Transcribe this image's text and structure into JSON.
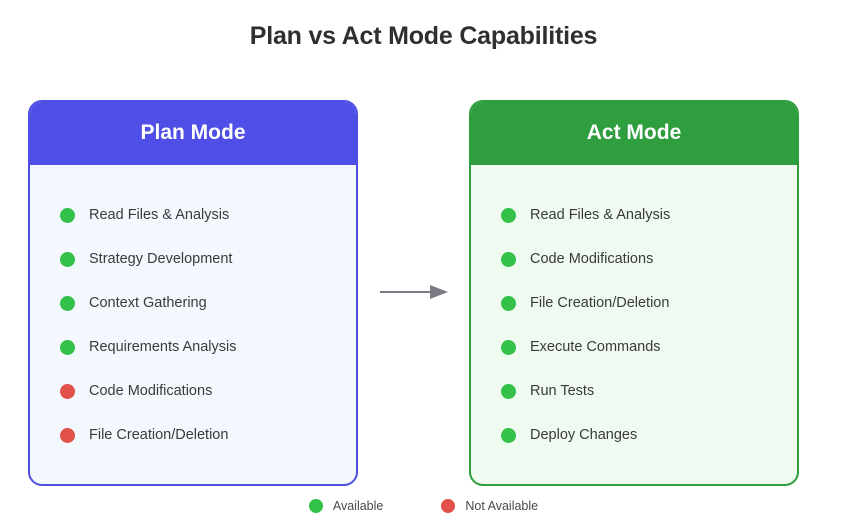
{
  "page_title": "Plan vs Act Mode Capabilities",
  "colors": {
    "plan_header": "#4f4fe8",
    "plan_border": "#4f4fe0",
    "plan_body": "#f3f7fe",
    "act_header": "#2f9e3f",
    "act_border": "#2f9e3f",
    "act_body": "#effaf1",
    "available": "#34c14a",
    "not_available": "#e2524b",
    "arrow": "#7b7b85",
    "title_text": "#2f2f2f"
  },
  "cards": [
    {
      "id": "plan-mode",
      "title": "Plan Mode",
      "items": [
        {
          "label": "Read Files & Analysis",
          "status": "available"
        },
        {
          "label": "Strategy Development",
          "status": "available"
        },
        {
          "label": "Context Gathering",
          "status": "available"
        },
        {
          "label": "Requirements Analysis",
          "status": "available"
        },
        {
          "label": "Code Modifications",
          "status": "unavailable"
        },
        {
          "label": "File Creation/Deletion",
          "status": "unavailable"
        }
      ]
    },
    {
      "id": "act-mode",
      "title": "Act Mode",
      "items": [
        {
          "label": "Read Files & Analysis",
          "status": "available"
        },
        {
          "label": "Code Modifications",
          "status": "available"
        },
        {
          "label": "File Creation/Deletion",
          "status": "available"
        },
        {
          "label": "Execute Commands",
          "status": "available"
        },
        {
          "label": "Run Tests",
          "status": "available"
        },
        {
          "label": "Deploy Changes",
          "status": "available"
        }
      ]
    }
  ],
  "arrow": {
    "icon": "arrow-right-icon",
    "direction": "right"
  },
  "legend": [
    {
      "label": "Available",
      "status": "available"
    },
    {
      "label": "Not Available",
      "status": "unavailable"
    }
  ]
}
